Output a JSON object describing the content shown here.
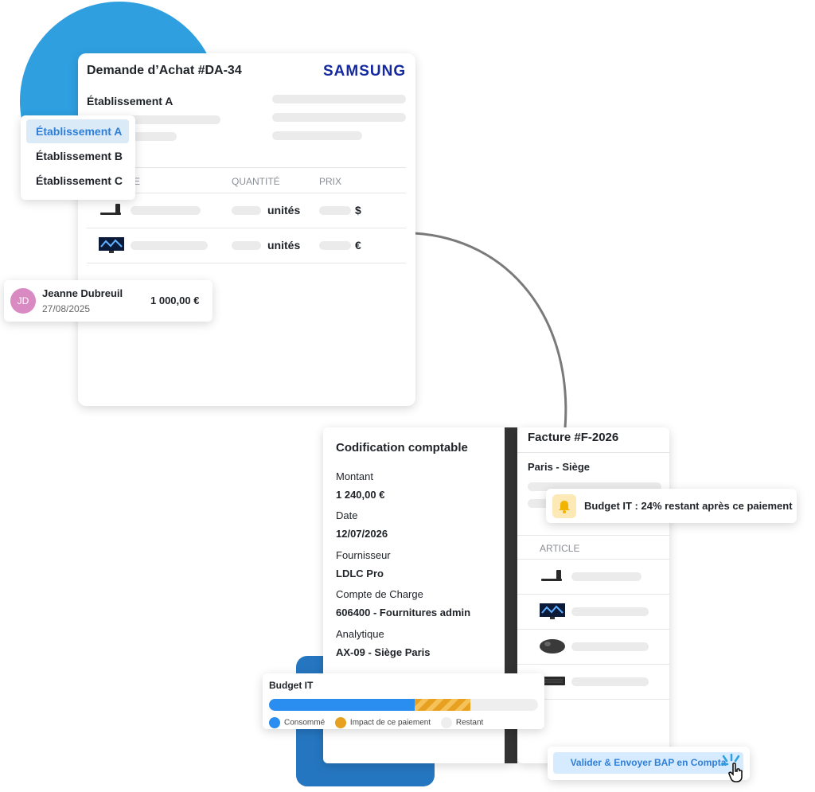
{
  "colors": {
    "accent_blue": "#2f9fe0",
    "dark_blue": "#2576c0",
    "samsung_blue": "#1428a0",
    "consumed": "#2a8df0",
    "impact": "#e8a020",
    "remaining": "#eeeeee",
    "avatar": "#d98ac3",
    "bell_bg": "#fde9b6",
    "bell": "#f2b400",
    "cta_bg": "#d6ebff",
    "cta_text": "#2f7fd6"
  },
  "purchase_request": {
    "title": "Demande d’Achat #DA-34",
    "brand": "SAMSUNG",
    "establishment": "Établissement A",
    "table": {
      "col_article_partial": "E",
      "col_quantity": "QUANTITÉ",
      "col_price": "PRIX",
      "rows": [
        {
          "icon": "soundbar-icon",
          "unit": "unités",
          "currency": "$"
        },
        {
          "icon": "monitor-icon",
          "unit": "unités",
          "currency": "€"
        }
      ]
    }
  },
  "establishment_dropdown": {
    "options": [
      "Établissement A",
      "Établissement B",
      "Établissement C"
    ],
    "selected": 0
  },
  "approver": {
    "initials": "JD",
    "name": "Jeanne Dubreuil",
    "date": "27/08/2025",
    "amount": "1 000,00 €"
  },
  "accounting": {
    "title": "Codification comptable",
    "fields": [
      {
        "label": "Montant",
        "value": "1 240,00 €"
      },
      {
        "label": "Date",
        "value": "12/07/2026"
      },
      {
        "label": "Fournisseur",
        "value": "LDLC Pro"
      },
      {
        "label": "Compte de Charge",
        "value": "606400 - Fournitures admin"
      },
      {
        "label": "Analytique",
        "value": "AX-09 - Siège Paris"
      }
    ]
  },
  "invoice": {
    "title": "Facture #F-2026",
    "location": "Paris - Siège",
    "col_article": "ARTICLE",
    "items": [
      "soundbar-icon",
      "monitor-icon",
      "mouse-icon",
      "keyboard-icon"
    ]
  },
  "budget_alert": {
    "text": "Budget IT : 24% restant après ce paiement"
  },
  "budget": {
    "title": "Budget IT",
    "consumed_fraction": 0.54,
    "impact_fraction": 0.21,
    "legend": [
      "Consommé",
      "Impact de ce paiement",
      "Restant"
    ]
  },
  "cta": {
    "label": "Valider & Envoyer BAP en Compta"
  }
}
